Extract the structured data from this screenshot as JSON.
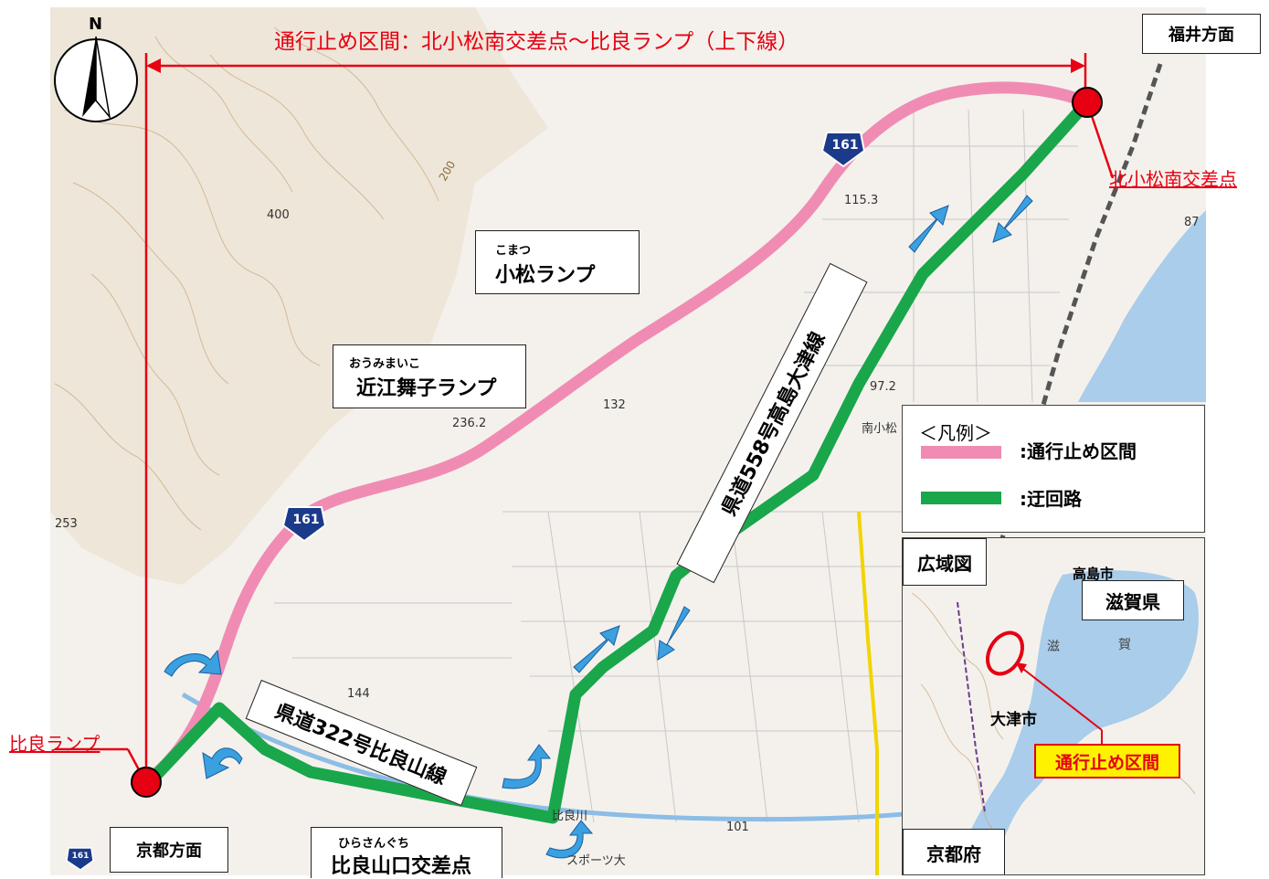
{
  "title": "通行止め区間：北小松南交差点～比良ランプ（上下線）",
  "north": "N",
  "directions": {
    "fukui": "福井方面",
    "kyoto": "京都方面"
  },
  "points": {
    "kitakomatsu": "北小松南交差点",
    "hira_ramp": "比良ランプ",
    "hirasanguchi": "比良山口交差点",
    "hirasanguchi_ruby": "ひらさんぐち"
  },
  "ramps": {
    "komatsu": "小松ランプ",
    "komatsu_ruby": "こまつ",
    "oumimaiko": "近江舞子ランプ",
    "oumimaiko_ruby": "おうみまいこ"
  },
  "roads": {
    "pref558": "県道558号高島大津線",
    "pref322": "県道322号比良山線",
    "route_shield": "161"
  },
  "legend": {
    "title": "＜凡例＞",
    "closed": ":通行止め区間",
    "detour": ":迂回路"
  },
  "colors": {
    "closed": "#f08cb4",
    "detour": "#1aa64a",
    "red": "#e60012",
    "arrow": "#3aa0e0"
  },
  "map_labels": {
    "e400": "400",
    "e1153": "115.3",
    "e2362": "236.2",
    "e132": "132",
    "e972": "97.2",
    "e253": "253",
    "e144": "144",
    "e101": "101",
    "e87": "87",
    "e200": "200",
    "minamikomatsu": "南小松",
    "hirakawa": "比良川",
    "sports": "スポーツ大"
  },
  "inset": {
    "title": "広域図",
    "shiga": "滋賀県",
    "kyoto": "京都府",
    "takashima": "高島市",
    "otsu": "大津市",
    "closed": "通行止め区間",
    "lake1": "滋",
    "lake2": "賀"
  }
}
